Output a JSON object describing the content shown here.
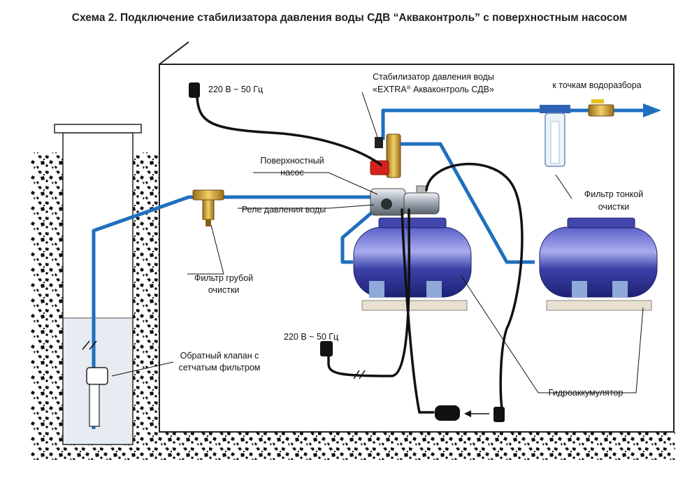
{
  "title": "Схема 2. Подключение стабилизатора давления воды СДВ “Акваконтроль” с поверхностным насосом",
  "labels": {
    "power_top": "220 В ~ 50 Гц",
    "power_bottom": "220 В ~ 50 Гц",
    "stabilizer_line1": "Стабилизатор давления воды",
    "stabilizer_line2_a": "«EXTRA",
    "stabilizer_line2_reg": "®",
    "stabilizer_line2_b": " Акваконтроль СДВ»",
    "outlet": "к точкам водоразбора",
    "pump_line1": "Поверхностный",
    "pump_line2": "насос",
    "relay": "Реле давления воды",
    "fine_filter_line1": "Фильтр тонкой",
    "fine_filter_line2": "очистки",
    "coarse_filter_line1": "Фильтр грубой",
    "coarse_filter_line2": "очистки",
    "check_valve_line1": "Обратный клапан с",
    "check_valve_line2": "сетчатым фильтром",
    "accumulator": "Гидроаккумулятор"
  },
  "colors": {
    "pipe": "#1f6fbf",
    "tank": "#3a3fa8",
    "soil": "#111111",
    "water": "#e6ecf2",
    "cable": "#111111"
  }
}
